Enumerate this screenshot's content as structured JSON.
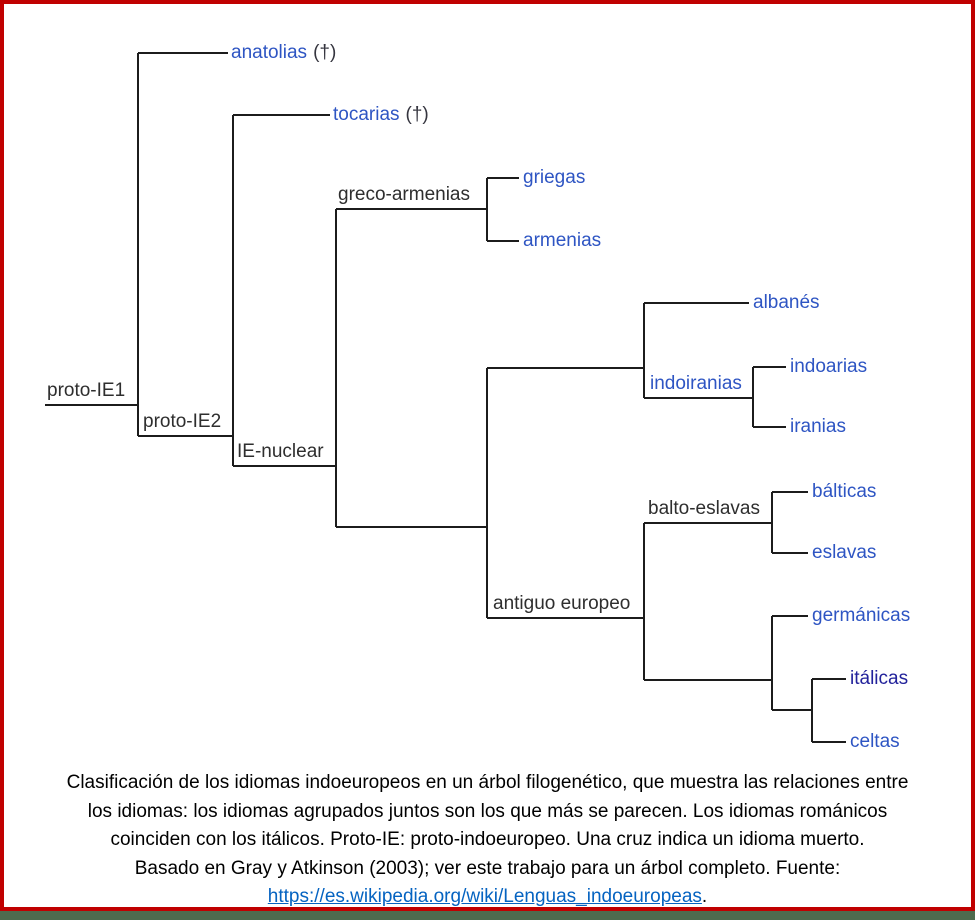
{
  "frame": {
    "border_color": "#c00000",
    "bottom_strip_color": "#4e6b4e"
  },
  "tree": {
    "line_color": "#1c1c1c",
    "leaf_color": "#2e55c3",
    "internal_color": "#2e2e2e",
    "leaves": [
      {
        "label": "anatolias",
        "suffix": "(†)"
      },
      {
        "label": "tocarias",
        "suffix": "(†)"
      },
      {
        "label": "griegas"
      },
      {
        "label": "armenias"
      },
      {
        "label": "albanés"
      },
      {
        "label": "indoarias"
      },
      {
        "label": "iranias"
      },
      {
        "label": "bálticas"
      },
      {
        "label": "eslavas"
      },
      {
        "label": "germánicas"
      },
      {
        "label": "itálicas"
      },
      {
        "label": "celtas"
      }
    ],
    "internal_nodes": [
      {
        "label": "proto-IE1"
      },
      {
        "label": "proto-IE2"
      },
      {
        "label": "IE-nuclear"
      },
      {
        "label": "greco-armenias"
      },
      {
        "label": "indoiranias"
      },
      {
        "label": "balto-eslavas"
      },
      {
        "label": "antiguo europeo"
      }
    ]
  },
  "caption": {
    "line1": "Clasificación de los idiomas indoeuropeos en un árbol filogenético, que muestra las relaciones entre",
    "line2": "los idiomas: los idiomas agrupados juntos son los que más se parecen. Los idiomas románicos",
    "line3": "coinciden con los itálicos. Proto-IE: proto-indoeuropeo. Una cruz indica un idioma muerto.",
    "line4": "Basado en Gray y Atkinson (2003); ver este trabajo para un árbol completo. Fuente:",
    "link_text": "https://es.wikipedia.org/wiki/Lenguas_indoeuropeas",
    "link_suffix": "."
  }
}
